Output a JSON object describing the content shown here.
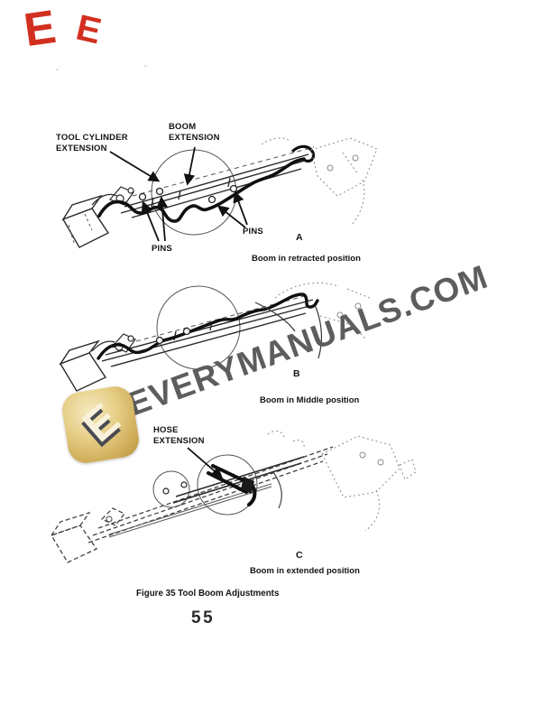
{
  "watermark": {
    "site_text": "EVERYMANUALS.COM",
    "text_color": "#5d5d5d",
    "logo_letter": "E",
    "logo_gold_light": "#f4e9c0",
    "logo_gold_dark": "#b8923c",
    "stamp_letter": "E",
    "stamp_color": "#d2301f"
  },
  "figure_a": {
    "labels": {
      "tool_cylinder_line1": "TOOL CYLINDER",
      "tool_cylinder_line2": "EXTENSION",
      "boom_line1": "BOOM",
      "boom_line2": "EXTENSION",
      "pins_lower": "PINS",
      "pins_right": "PINS"
    },
    "letter": "A",
    "caption": "Boom in retracted position"
  },
  "figure_b": {
    "letter": "B",
    "caption": "Boom in Middle position"
  },
  "figure_c": {
    "labels": {
      "hose_line1": "HOSE",
      "hose_line2": "EXTENSION"
    },
    "letter": "C",
    "caption": "Boom in extended position"
  },
  "footer": {
    "figure_caption": "Figure 35 Tool Boom Adjustments",
    "page_number": "55"
  }
}
